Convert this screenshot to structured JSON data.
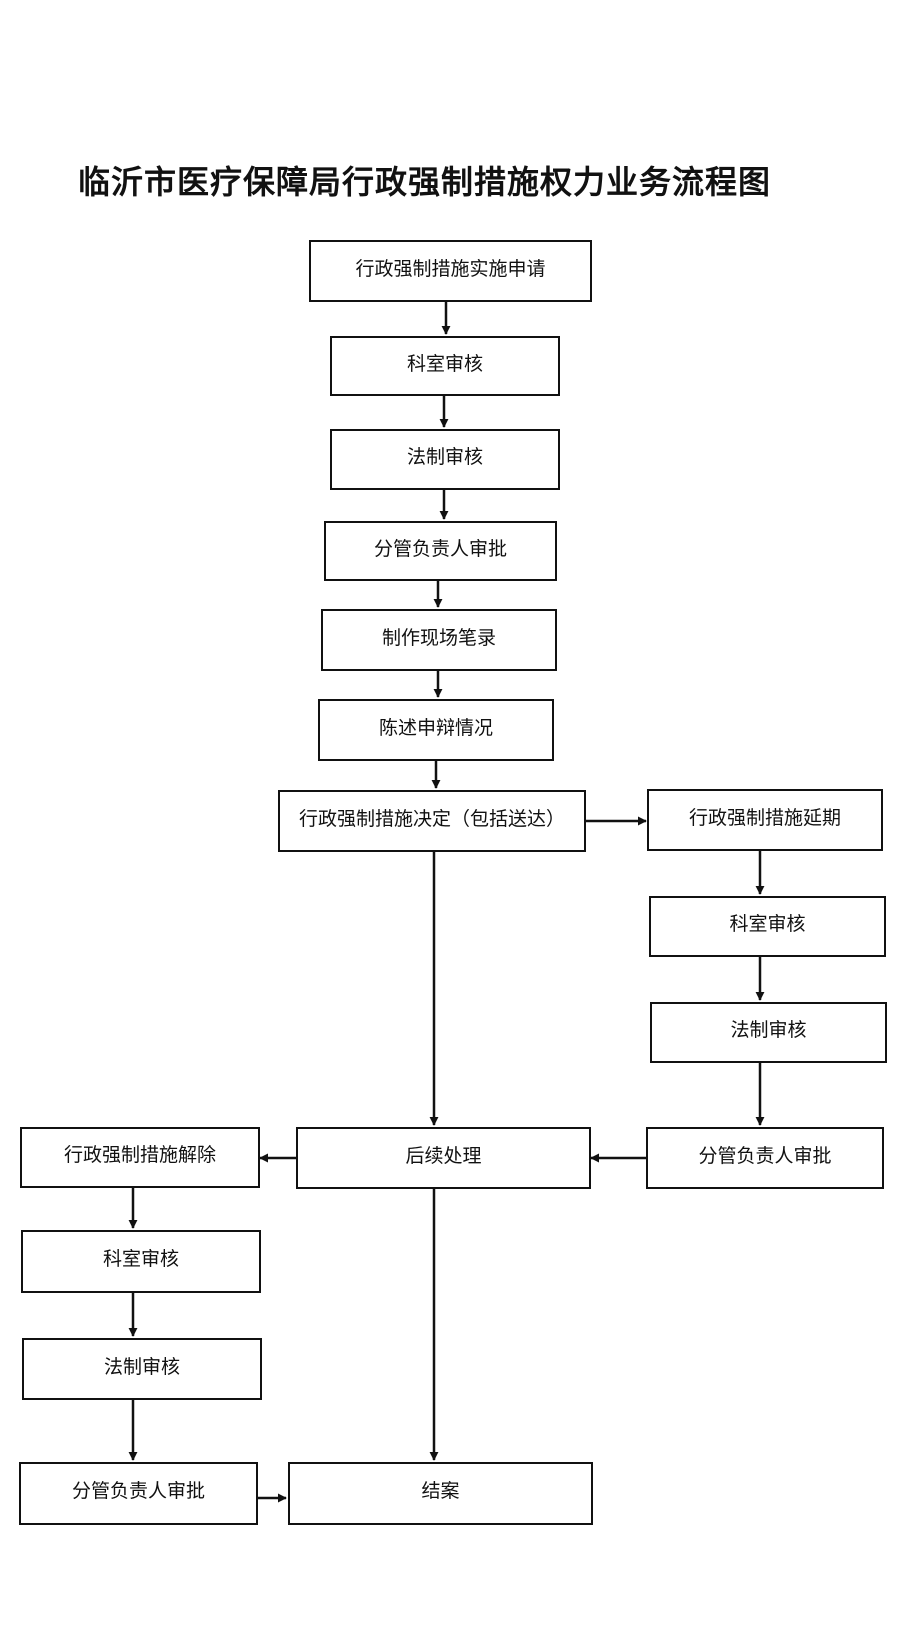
{
  "title": "临沂市医疗保障局行政强制措施权力业务流程图",
  "steps": {
    "apply": "行政强制措施实施申请",
    "office_review": "科室审核",
    "legal_review": "法制审核",
    "leader_approval": "分管负责人审批",
    "record": "制作现场笔录",
    "statement": "陈述申辩情况",
    "decision": "行政强制措施决定（包括送达）",
    "extension": "行政强制措施延期",
    "ext_office_review": "科室审核",
    "ext_legal_review": "法制审核",
    "ext_leader_approval": "分管负责人审批",
    "followup": "后续处理",
    "release": "行政强制措施解除",
    "rel_office_review": "科室审核",
    "rel_legal_review": "法制审核",
    "rel_leader_approval": "分管负责人审批",
    "close": "结案"
  }
}
